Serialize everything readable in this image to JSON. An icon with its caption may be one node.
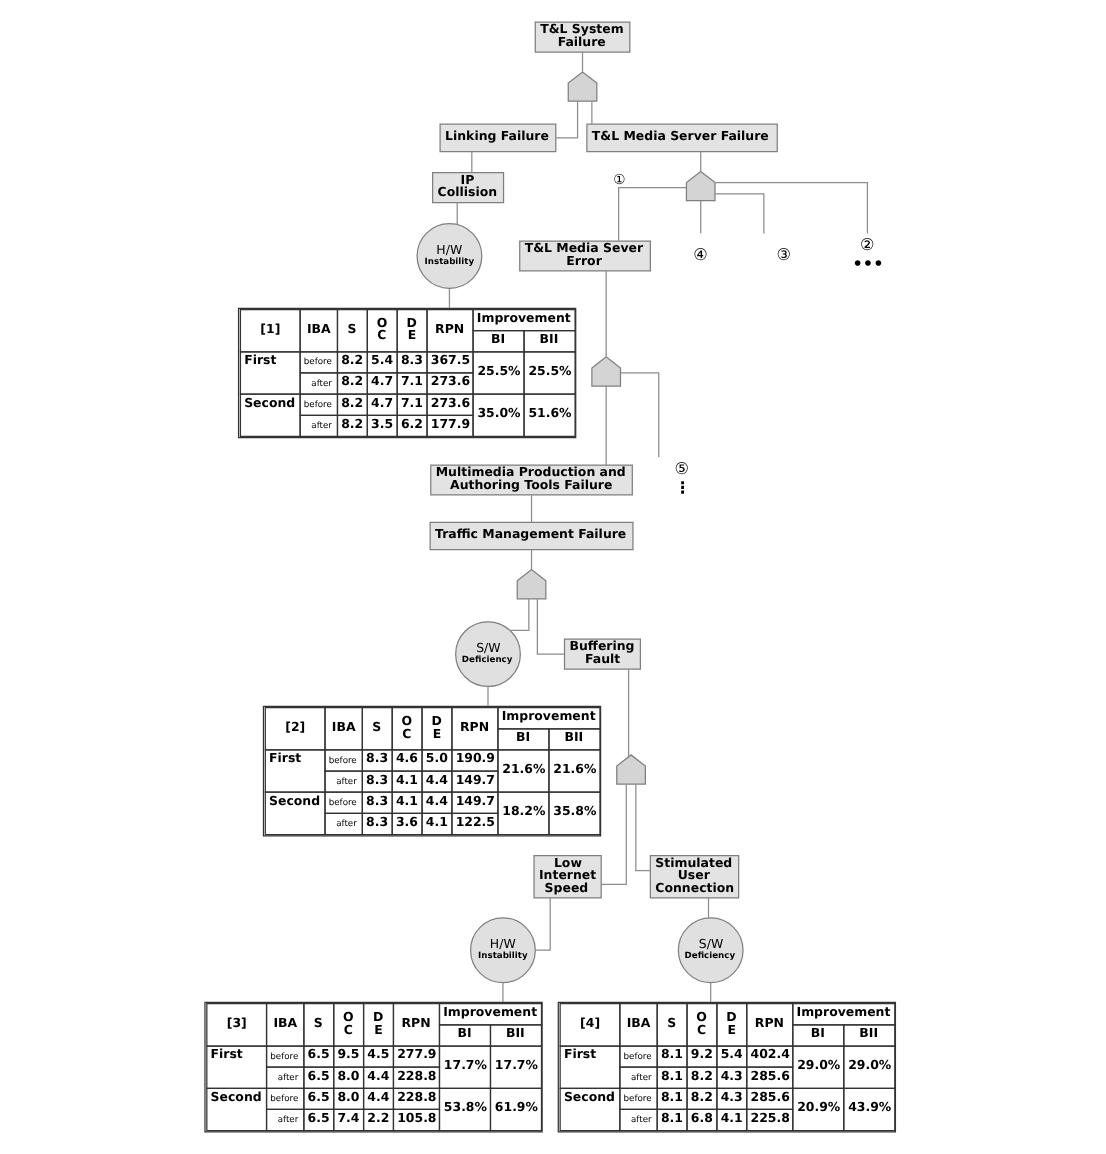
{
  "diagram": {
    "nodes": [
      {
        "text": [
          "T&L System Failure"
        ]
      },
      {
        "text": [],
        "shape": "gate"
      },
      {
        "text": [
          "Linking Failure"
        ]
      },
      {
        "text": [
          "T&L Media Server Failure"
        ]
      },
      {
        "text": [
          "IP Collision"
        ]
      },
      {
        "text": [],
        "shape": "gate"
      },
      {
        "text": [
          "②"
        ],
        "beside": [
          "•••"
        ]
      },
      {
        "text": [
          "③"
        ]
      },
      {
        "text": [
          "④"
        ]
      },
      {
        "text": [
          "T&L Media Sever Error"
        ]
      },
      {
        "text": [
          "H/W",
          "Instability"
        ]
      },
      {
        "text": [
          "[1]",
          "IBA",
          "S",
          "O C",
          "D E",
          "RPN",
          "Improvement",
          "BI",
          "BII",
          "First",
          "before",
          "8.2",
          "5.4",
          "8.3",
          "367.5",
          "25.5%",
          "25.5%",
          "after",
          "8.2",
          "4.7",
          "7.1",
          "273.6",
          "Second",
          "before",
          "8.2",
          "4.7",
          "7.1",
          "273.6",
          "35.0%",
          "51.6%",
          "after",
          "8.2",
          "3.5",
          "6.2",
          "177.9"
        ]
      },
      {
        "text": [],
        "shape": "gate"
      },
      {
        "text": [
          "Multimedia Production and Authoring Tools Failure"
        ]
      },
      {
        "text": [
          "⑤"
        ],
        "beside": [
          "⋮"
        ]
      },
      {
        "text": [
          "Traffic Management Failure"
        ]
      },
      {
        "text": [],
        "shape": "gate"
      },
      {
        "text": [
          "S/W",
          "Deficiency"
        ]
      },
      {
        "text": [
          "Buffering Fault"
        ]
      },
      {
        "text": [
          "[2]",
          "IBA",
          "S",
          "O C",
          "D E",
          "RPN",
          "Improvement",
          "BI",
          "BII",
          "First",
          "before",
          "8.3",
          "4.6",
          "5.0",
          "190.9",
          "21.6%",
          "21.6%",
          "after",
          "8.3",
          "4.1",
          "4.4",
          "149.7",
          "Second",
          "before",
          "8.3",
          "4.1",
          "4.4",
          "149.7",
          "18.2%",
          "35.8%",
          "after",
          "8.3",
          "3.6",
          "4.1",
          "122.5"
        ]
      },
      {
        "text": [],
        "shape": "gate"
      },
      {
        "text": [
          "Low Internet Speed"
        ]
      },
      {
        "text": [
          "Stimulated User Connection"
        ]
      },
      {
        "text": [
          "H/W",
          "Instability"
        ]
      },
      {
        "text": [
          "S/W",
          "Deficiency"
        ]
      },
      {
        "text": [
          "[3]",
          "IBA",
          "S",
          "O C",
          "D E",
          "RPN",
          "Improvement",
          "BI",
          "BII",
          "First",
          "before",
          "6.5",
          "9.5",
          "4.5",
          "277.9",
          "17.7%",
          "17.7%",
          "after",
          "6.5",
          "8.0",
          "4.4",
          "228.8",
          "Second",
          "before",
          "6.5",
          "8.0",
          "4.4",
          "228.8",
          "53.8%",
          "61.9%",
          "after",
          "6.5",
          "7.4",
          "2.2",
          "105.8"
        ]
      },
      {
        "text": [
          "[4]",
          "IBA",
          "S",
          "O C",
          "D E",
          "RPN",
          "Improvement",
          "BI",
          "BII",
          "First",
          "before",
          "8.1",
          "9.2",
          "5.4",
          "402.4",
          "29.0%",
          "29.0%",
          "after",
          "8.1",
          "8.2",
          "4.3",
          "285.6",
          "Second",
          "before",
          "8.1",
          "8.2",
          "4.3",
          "285.6",
          "20.9%",
          "43.9%",
          "after",
          "8.1",
          "6.8",
          "4.1",
          "225.8"
        ]
      }
    ],
    "edges": [
      {
        "from": 0,
        "to": 1,
        "arrow": "none"
      },
      {
        "from": 1,
        "to": 2,
        "arrow": "none"
      },
      {
        "from": 1,
        "to": 3,
        "arrow": "none"
      },
      {
        "from": 2,
        "to": 4,
        "arrow": "none"
      },
      {
        "from": 4,
        "to": 10,
        "arrow": "none"
      },
      {
        "from": 10,
        "to": 11,
        "arrow": "none"
      },
      {
        "from": 3,
        "to": 5,
        "arrow": "none"
      },
      {
        "from": 5,
        "to": 9,
        "arrow": "none",
        "label": "①"
      },
      {
        "from": 5,
        "to": 8,
        "arrow": "none"
      },
      {
        "from": 5,
        "to": 7,
        "arrow": "none"
      },
      {
        "from": 5,
        "to": 6,
        "arrow": "none"
      },
      {
        "from": 9,
        "to": 12,
        "arrow": "none"
      },
      {
        "from": 12,
        "to": 13,
        "arrow": "none"
      },
      {
        "from": 12,
        "to": 14,
        "arrow": "none"
      },
      {
        "from": 13,
        "to": 15,
        "arrow": "none"
      },
      {
        "from": 15,
        "to": 16,
        "arrow": "none"
      },
      {
        "from": 16,
        "to": 17,
        "arrow": "none"
      },
      {
        "from": 16,
        "to": 18,
        "arrow": "none"
      },
      {
        "from": 17,
        "to": 19,
        "arrow": "none"
      },
      {
        "from": 18,
        "to": 20,
        "arrow": "none"
      },
      {
        "from": 20,
        "to": 21,
        "arrow": "none"
      },
      {
        "from": 20,
        "to": 22,
        "arrow": "none"
      },
      {
        "from": 21,
        "to": 23,
        "arrow": "none"
      },
      {
        "from": 22,
        "to": 24,
        "arrow": "none"
      },
      {
        "from": 23,
        "to": 25,
        "arrow": "none"
      },
      {
        "from": 24,
        "to": 26,
        "arrow": "none"
      }
    ]
  }
}
